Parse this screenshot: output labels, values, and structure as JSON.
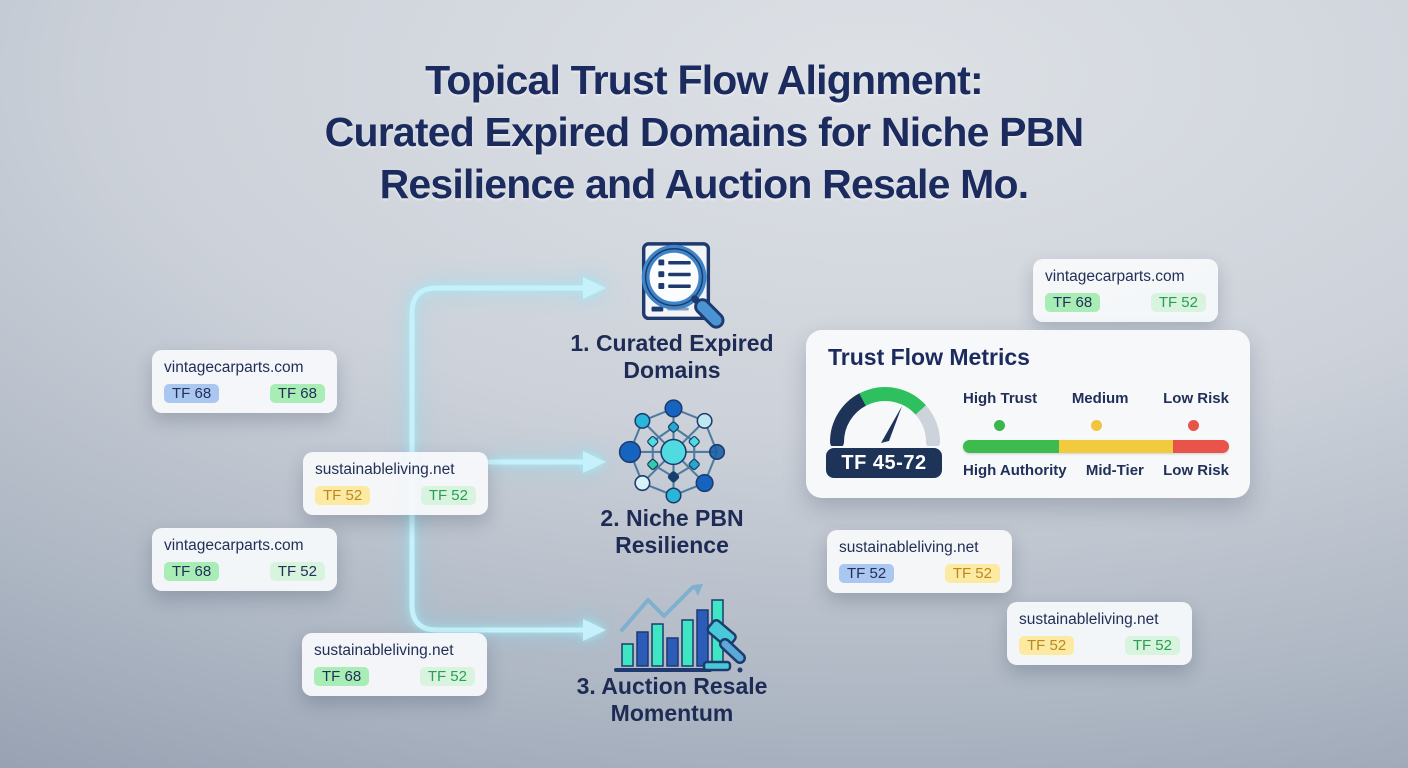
{
  "title": {
    "lines": [
      "Topical Trust Flow Alignment:",
      "Curated Expired Domains for Niche PBN",
      "Resilience and Auction Resale Mo."
    ]
  },
  "steps": [
    {
      "icon": "search-document-icon",
      "lines": [
        "1. Curated Expired",
        "Domains"
      ]
    },
    {
      "icon": "network-icon",
      "lines": [
        "2. Niche PBN",
        "Resilience"
      ]
    },
    {
      "icon": "auction-chart-icon",
      "lines": [
        "3. Auction Resale",
        "Momentum"
      ]
    }
  ],
  "left_cards": [
    {
      "domain": "vintagecarparts.com",
      "badges": [
        {
          "label": "TF 68",
          "bg": "blue",
          "fg": "navy"
        },
        {
          "label": "TF 68",
          "bg": "green",
          "fg": "navy"
        }
      ]
    },
    {
      "domain": "sustainableliving.net",
      "badges": [
        {
          "label": "TF 52",
          "bg": "yellow",
          "fg": "gold"
        },
        {
          "label": "TF 52",
          "bg": "palegreen",
          "fg": "green"
        }
      ]
    },
    {
      "domain": "vintagecarparts.com",
      "badges": [
        {
          "label": "TF 68",
          "bg": "green",
          "fg": "navy"
        },
        {
          "label": "TF 52",
          "bg": "palegreen",
          "fg": "navy"
        }
      ]
    },
    {
      "domain": "sustainableliving.net",
      "badges": [
        {
          "label": "TF 68",
          "bg": "green",
          "fg": "navy"
        },
        {
          "label": "TF 52",
          "bg": "palegreen",
          "fg": "green"
        }
      ]
    }
  ],
  "right_cards": [
    {
      "domain": "vintagecarparts.com",
      "badges": [
        {
          "label": "TF 68",
          "bg": "green",
          "fg": "navy"
        },
        {
          "label": "TF 52",
          "bg": "palegreen",
          "fg": "green"
        }
      ]
    },
    {
      "domain": "sustainableliving.net",
      "badges": [
        {
          "label": "TF 52",
          "bg": "blue",
          "fg": "navy"
        },
        {
          "label": "TF 52",
          "bg": "yellow",
          "fg": "gold"
        }
      ]
    },
    {
      "domain": "sustainableliving.net",
      "badges": [
        {
          "label": "TF 52",
          "bg": "yellow",
          "fg": "gold"
        },
        {
          "label": "TF 52",
          "bg": "palegreen",
          "fg": "green"
        }
      ]
    }
  ],
  "metrics_panel": {
    "title": "Trust Flow Metrics",
    "gauge_label": "TF 45-72",
    "legend_top": [
      "High Trust",
      "Medium",
      "Low Risk"
    ],
    "legend_bottom": [
      "High Authority",
      "Mid-Tier",
      "Low Risk"
    ],
    "dot_colors": [
      "#3cb54d",
      "#f2c53d",
      "#e8534a"
    ],
    "bar_colors": [
      "#3dbb4f",
      "#f2ca3d",
      "#e8534a"
    ],
    "gauge_colors": {
      "low": "#1e3358",
      "mid": "#2ebf5f",
      "high": "#ccd3da"
    }
  },
  "colors": {
    "title_navy": "#1c2b5e",
    "arrow_cyan": "#c6f1fb",
    "badge_blue": "#aac7f1",
    "badge_green": "#a8edb5",
    "badge_palegreen": "#d9f4de",
    "badge_yellow": "#fce9a2"
  }
}
